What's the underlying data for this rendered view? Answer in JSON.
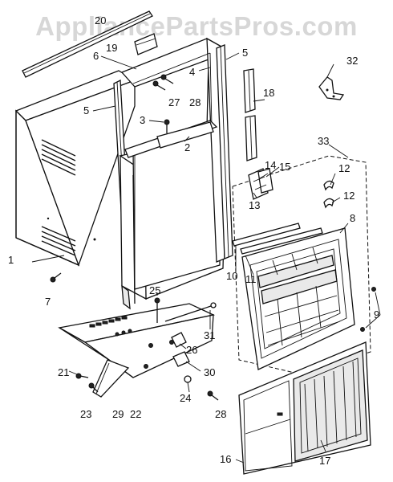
{
  "watermark": "AppliancePartsPros.com",
  "callouts": {
    "c1": "1",
    "c2": "2",
    "c3": "3",
    "c4": "4",
    "c5a": "5",
    "c5b": "5",
    "c6": "6",
    "c7": "7",
    "c8": "8",
    "c9": "9",
    "c10": "10",
    "c11": "11",
    "c12a": "12",
    "c12b": "12",
    "c13": "13",
    "c14": "14",
    "c15": "15",
    "c16": "16",
    "c17": "17",
    "c18": "18",
    "c19": "19",
    "c20": "20",
    "c21": "21",
    "c22": "22",
    "c23": "23",
    "c24": "24",
    "c25": "25",
    "c26": "26",
    "c27": "27",
    "c28a": "28",
    "c28b": "28",
    "c29": "29",
    "c30": "30",
    "c31": "31",
    "c32": "32",
    "c33": "33"
  }
}
